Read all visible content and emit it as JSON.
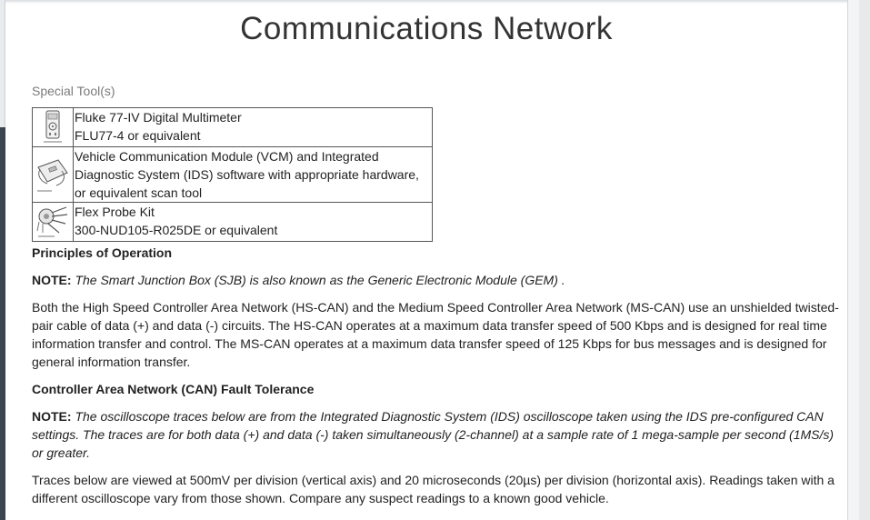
{
  "title": "Communications Network",
  "special_tools": {
    "label": "Special Tool(s)",
    "items": [
      {
        "icon": "multimeter-icon",
        "lines": [
          "Fluke 77-IV Digital Multimeter",
          "FLU77-4 or equivalent"
        ]
      },
      {
        "icon": "vcm-icon",
        "lines": [
          "Vehicle Communication Module (VCM) and Integrated",
          "Diagnostic System (IDS) software with appropriate hardware,",
          "or equivalent scan tool"
        ]
      },
      {
        "icon": "probe-kit-icon",
        "lines": [
          "Flex Probe Kit",
          "300-NUD105-R025DE or equivalent"
        ]
      }
    ]
  },
  "principles": {
    "heading": "Principles of Operation",
    "note_label": "NOTE:",
    "note_text": "The Smart Junction Box (SJB) is also known as the Generic Electronic Module (GEM) .",
    "paragraph": "Both the High Speed Controller Area Network (HS-CAN) and the Medium Speed Controller Area Network (MS-CAN) use an unshielded twisted-pair cable of data (+) and data (-) circuits. The HS-CAN operates at a maximum data transfer speed of 500 Kbps and is designed for real time information transfer and control. The MS-CAN operates at a maximum data transfer speed of 125 Kbps for bus messages and is designed for general information transfer."
  },
  "fault_tolerance": {
    "heading": "Controller Area Network (CAN) Fault Tolerance",
    "note_label": "NOTE:",
    "note_text": "The oscilloscope traces below are from the Integrated Diagnostic System (IDS) oscilloscope taken using the IDS pre-configured CAN settings. The traces are for both data (+) and data (-) taken simultaneously (2-channel) at a sample rate of 1 mega-sample per second (1MS/s) or greater.",
    "paragraph": "Traces below are viewed at 500mV per division (vertical axis) and 20 microseconds (20µs) per division (horizontal axis). Readings taken with a different oscilloscope vary from those shown. Compare any suspect readings to a known good vehicle."
  }
}
